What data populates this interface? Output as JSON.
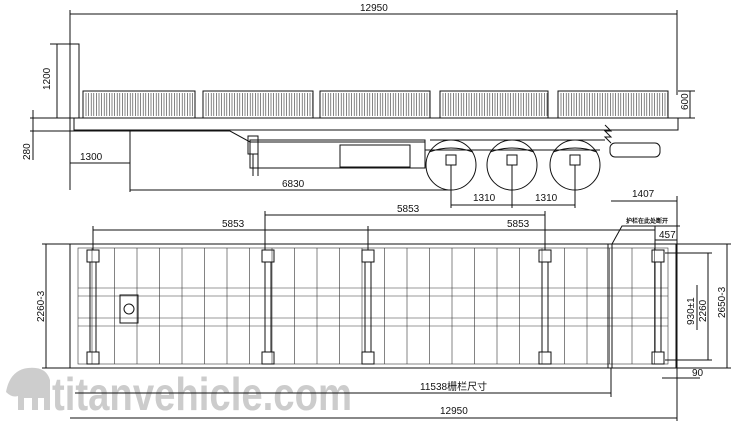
{
  "drawing": {
    "side_view": {
      "overall_length": "12950",
      "front_post_height": "1200",
      "kingpin_height": "280",
      "kingpin_setback": "1300",
      "kingpin_to_axle": "6830",
      "axle_spacing_1": "1310",
      "axle_spacing_2": "1310",
      "side_panel_height": "600",
      "rear_overhang": "1407"
    },
    "top_view": {
      "twistlock_spacing_1": "5853",
      "twistlock_spacing_2": "5853",
      "twistlock_spacing_3": "5853",
      "left_width": "2260-3",
      "rear_offset": "457",
      "inner_spacing": "930±1",
      "twistlock_width": "2260",
      "overall_width": "2650-3",
      "rear_edge_offset": "90",
      "fence_length": "11538栅栏尺寸",
      "overall_length": "12950",
      "break_note": "护栏在此处断开"
    },
    "watermark": "titanvehicle.com"
  }
}
